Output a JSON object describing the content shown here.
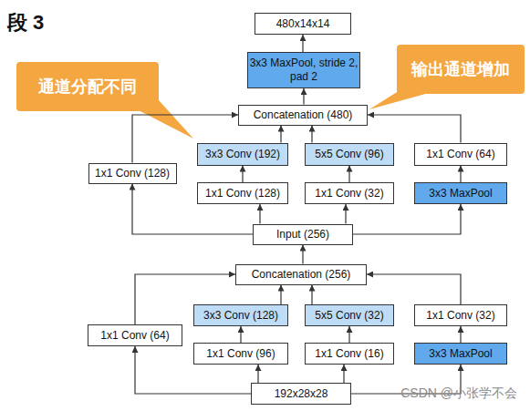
{
  "diagram": {
    "title": "段 3",
    "nodes": [
      {
        "text": [
          "480x14x14"
        ]
      },
      {
        "text": [
          "输出通道增加"
        ]
      },
      {
        "text": [
          "3x3 MaxPool, stride 2, pad 2"
        ]
      },
      {
        "text": [
          "通道分配不同"
        ]
      },
      {
        "text": [
          "Concatenation (480)"
        ]
      },
      {
        "text": [
          "3x3 Conv (192)"
        ]
      },
      {
        "text": [
          "5x5 Conv (96)"
        ]
      },
      {
        "text": [
          "1x1 Conv (64)"
        ]
      },
      {
        "text": [
          "1x1 Conv (128)"
        ]
      },
      {
        "text": [
          "1x1 Conv (128)"
        ]
      },
      {
        "text": [
          "1x1 Conv (32)"
        ]
      },
      {
        "text": [
          "3x3 MaxPool"
        ]
      },
      {
        "text": [
          "Input (256)"
        ]
      },
      {
        "text": [
          "Concatenation (256)"
        ]
      },
      {
        "text": [
          "3x3 Conv (128)"
        ]
      },
      {
        "text": [
          "5x5 Conv (32)"
        ]
      },
      {
        "text": [
          "1x1 Conv (32)"
        ]
      },
      {
        "text": [
          "1x1 Conv (64)"
        ]
      },
      {
        "text": [
          "1x1 Conv (96)"
        ]
      },
      {
        "text": [
          "1x1 Conv (16)"
        ]
      },
      {
        "text": [
          "3x3 MaxPool"
        ]
      },
      {
        "text": [
          "192x28x28"
        ]
      }
    ],
    "edges": [
      {
        "from": 2,
        "to": 0,
        "arrow": "to"
      },
      {
        "from": 4,
        "to": 2,
        "arrow": "to"
      },
      {
        "from": 8,
        "to": 4,
        "arrow": "to"
      },
      {
        "from": 5,
        "to": 4,
        "arrow": "to"
      },
      {
        "from": 6,
        "to": 4,
        "arrow": "to"
      },
      {
        "from": 7,
        "to": 4,
        "arrow": "to"
      },
      {
        "from": 9,
        "to": 5,
        "arrow": "to"
      },
      {
        "from": 10,
        "to": 6,
        "arrow": "to"
      },
      {
        "from": 11,
        "to": 7,
        "arrow": "to"
      },
      {
        "from": 12,
        "to": 8,
        "arrow": "to"
      },
      {
        "from": 12,
        "to": 9,
        "arrow": "to"
      },
      {
        "from": 12,
        "to": 10,
        "arrow": "to"
      },
      {
        "from": 12,
        "to": 11,
        "arrow": "to"
      },
      {
        "from": 13,
        "to": 12,
        "arrow": "to"
      },
      {
        "from": 17,
        "to": 13,
        "arrow": "to"
      },
      {
        "from": 14,
        "to": 13,
        "arrow": "to"
      },
      {
        "from": 15,
        "to": 13,
        "arrow": "to"
      },
      {
        "from": 16,
        "to": 13,
        "arrow": "to"
      },
      {
        "from": 18,
        "to": 14,
        "arrow": "to"
      },
      {
        "from": 19,
        "to": 15,
        "arrow": "to"
      },
      {
        "from": 20,
        "to": 16,
        "arrow": "to"
      },
      {
        "from": 21,
        "to": 17,
        "arrow": "to"
      },
      {
        "from": 21,
        "to": 18,
        "arrow": "to"
      },
      {
        "from": 21,
        "to": 19,
        "arrow": "to"
      },
      {
        "from": 21,
        "to": 20,
        "arrow": "to"
      }
    ],
    "labels": [
      "CSDN @小张学不会"
    ]
  }
}
